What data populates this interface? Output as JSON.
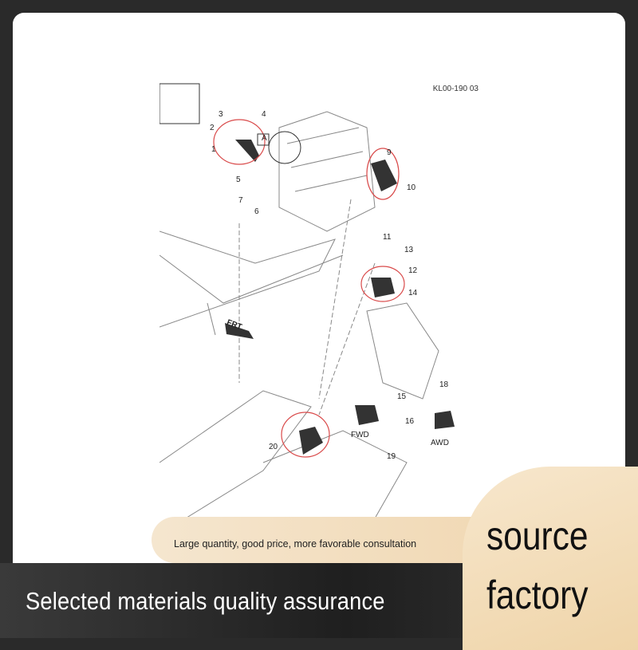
{
  "diagram": {
    "code": "KL00-190  03",
    "callouts": [
      "1",
      "2",
      "3",
      "4",
      "5",
      "6",
      "7",
      "9",
      "10",
      "11",
      "12",
      "13",
      "14",
      "15",
      "16",
      "18",
      "19",
      "20"
    ],
    "detail_marker": "A",
    "direction_label": "FRT",
    "variant_labels": {
      "fwd": "FWD",
      "awd": "AWD"
    }
  },
  "banner": {
    "consultation": "Large quantity, good price, more favorable consultation",
    "quality": "Selected materials quality assurance",
    "source_line1": "source",
    "source_line2": "factory"
  },
  "colors": {
    "highlight": "#d94a4a",
    "accent": "#f0d6ad",
    "background": "#2a2a2a"
  }
}
